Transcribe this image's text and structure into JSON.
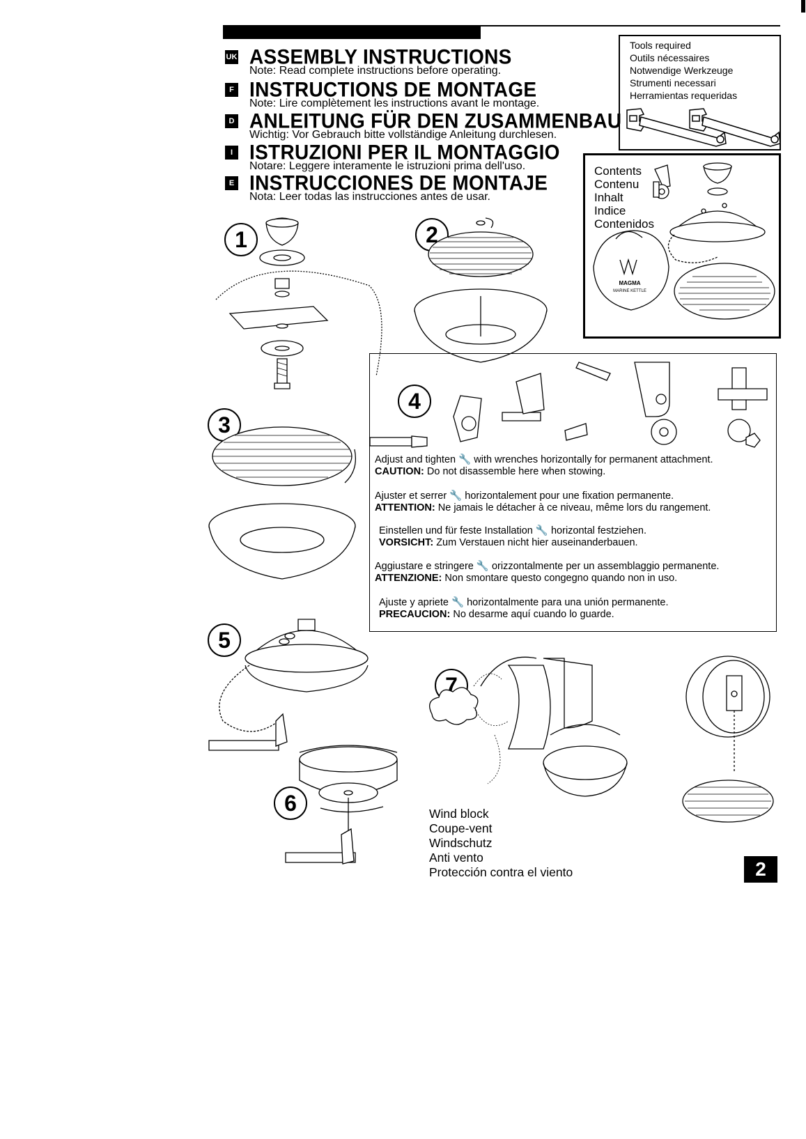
{
  "headings": [
    {
      "code": "UK",
      "title": "ASSEMBLY INSTRUCTIONS",
      "note": "Note: Read complete instructions before operating."
    },
    {
      "code": "F",
      "title": "INSTRUCTIONS DE MONTAGE",
      "note": "Note: Lire complètement les instructions avant le montage."
    },
    {
      "code": "D",
      "title": "ANLEITUNG FÜR DEN ZUSAMMENBAU",
      "note": "Wichtig: Vor Gebrauch bitte vollständige Anleitung durchlesen."
    },
    {
      "code": "I",
      "title": "ISTRUZIONI PER IL MONTAGGIO",
      "note": "Notare: Leggere interamente le istruzioni prima dell'uso."
    },
    {
      "code": "E",
      "title": "INSTRUCCIONES DE MONTAJE",
      "note": "Nota: Leer todas las instrucciones antes de usar."
    }
  ],
  "tools": [
    "Tools required",
    "Outils nécessaires",
    "Notwendige Werkzeuge",
    "Strumenti necessari",
    "Herramientas requeridas"
  ],
  "contents": [
    "Contents",
    "Contenu",
    "Inhalt",
    "Indice",
    "Contenidos"
  ],
  "bag_label": {
    "brand": "MAGMA",
    "sub": "MARINE KETTLE"
  },
  "cap_label": "MARINE KETTLE",
  "steps": [
    "1",
    "2",
    "3",
    "4",
    "5",
    "6",
    "7"
  ],
  "caution": [
    {
      "pre": "Adjust and tighten",
      "post": "with wrenches horizontally for permanent attachment.",
      "label": "CAUTION:",
      "text": "Do not disassemble here when stowing."
    },
    {
      "pre": "Ajuster et serrer",
      "post": "horizontalement pour une fixation permanente.",
      "label": "ATTENTION:",
      "text": "Ne jamais le détacher à ce niveau, même lors du rangement."
    },
    {
      "pre": "Einstellen und für feste Installation",
      "post": "horizontal festziehen.",
      "label": "VORSICHT:",
      "text": "Zum Verstauen nicht hier auseinanderbauen."
    },
    {
      "pre": "Aggiustare e stringere",
      "post": "orizzontalmente per un assemblaggio permanente.",
      "label": "ATTENZIONE:",
      "text": "Non smontare questo congegno quando non in uso."
    },
    {
      "pre": "Ajuste y apriete",
      "post": "horizontalmente para una unión permanente.",
      "label": "PRECAUCION:",
      "text": "No desarme aquí cuando lo guarde."
    }
  ],
  "wind_block": [
    "Wind block",
    "Coupe-vent",
    "Windschutz",
    "Anti vento",
    "Protección contra el viento"
  ],
  "page_number": "2"
}
